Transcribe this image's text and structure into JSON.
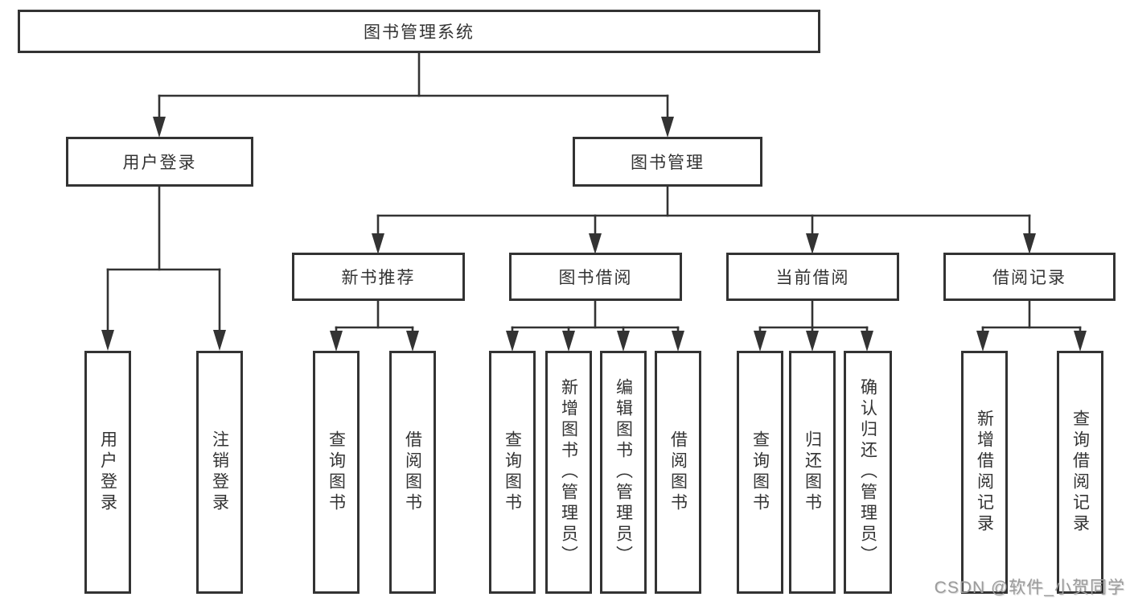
{
  "diagram": {
    "type": "hierarchy",
    "title": "图书管理系统",
    "colors": {
      "background": "#ffffff",
      "box_border": "#333333",
      "line": "#333333",
      "text": "#333333",
      "watermark": "#9b9b9b"
    },
    "nodes": {
      "root": {
        "label": "图书管理系统",
        "level": 1
      },
      "user_login": {
        "label": "用户登录",
        "level": 2
      },
      "book_mgmt": {
        "label": "图书管理",
        "level": 2
      },
      "new_book_rec": {
        "label": "新书推荐",
        "level": 3
      },
      "book_borrow": {
        "label": "图书借阅",
        "level": 3
      },
      "current_borrow": {
        "label": "当前借阅",
        "level": 3
      },
      "borrow_record": {
        "label": "借阅记录",
        "level": 3
      },
      "ul_login": {
        "label": "用户登录",
        "level": 4
      },
      "ul_logout": {
        "label": "注销登录",
        "level": 4
      },
      "nbr_query": {
        "label": "查询图书",
        "level": 4
      },
      "nbr_borrow": {
        "label": "借阅图书",
        "level": 4
      },
      "bb_query": {
        "label": "查询图书",
        "level": 4
      },
      "bb_add": {
        "label": "新增图书（管理员）",
        "level": 4
      },
      "bb_edit": {
        "label": "编辑图书（管理员）",
        "level": 4
      },
      "bb_borrow": {
        "label": "借阅图书",
        "level": 4
      },
      "cb_query": {
        "label": "查询图书",
        "level": 4
      },
      "cb_return": {
        "label": "归还图书",
        "level": 4
      },
      "cb_confirm": {
        "label": "确认归还（管理员）",
        "level": 4
      },
      "br_add": {
        "label": "新增借阅记录",
        "level": 4
      },
      "br_query": {
        "label": "查询借阅记录",
        "level": 4
      }
    },
    "edges": [
      [
        "图书管理系统",
        "用户登录"
      ],
      [
        "图书管理系统",
        "图书管理"
      ],
      [
        "用户登录",
        "用户登录"
      ],
      [
        "用户登录",
        "注销登录"
      ],
      [
        "图书管理",
        "新书推荐"
      ],
      [
        "图书管理",
        "图书借阅"
      ],
      [
        "图书管理",
        "当前借阅"
      ],
      [
        "图书管理",
        "借阅记录"
      ],
      [
        "新书推荐",
        "查询图书"
      ],
      [
        "新书推荐",
        "借阅图书"
      ],
      [
        "图书借阅",
        "查询图书"
      ],
      [
        "图书借阅",
        "新增图书（管理员）"
      ],
      [
        "图书借阅",
        "编辑图书（管理员）"
      ],
      [
        "图书借阅",
        "借阅图书"
      ],
      [
        "当前借阅",
        "查询图书"
      ],
      [
        "当前借阅",
        "归还图书"
      ],
      [
        "当前借阅",
        "确认归还（管理员）"
      ],
      [
        "借阅记录",
        "新增借阅记录"
      ],
      [
        "借阅记录",
        "查询借阅记录"
      ]
    ]
  },
  "watermark": {
    "text": "CSDN @软件_小贺同学"
  }
}
